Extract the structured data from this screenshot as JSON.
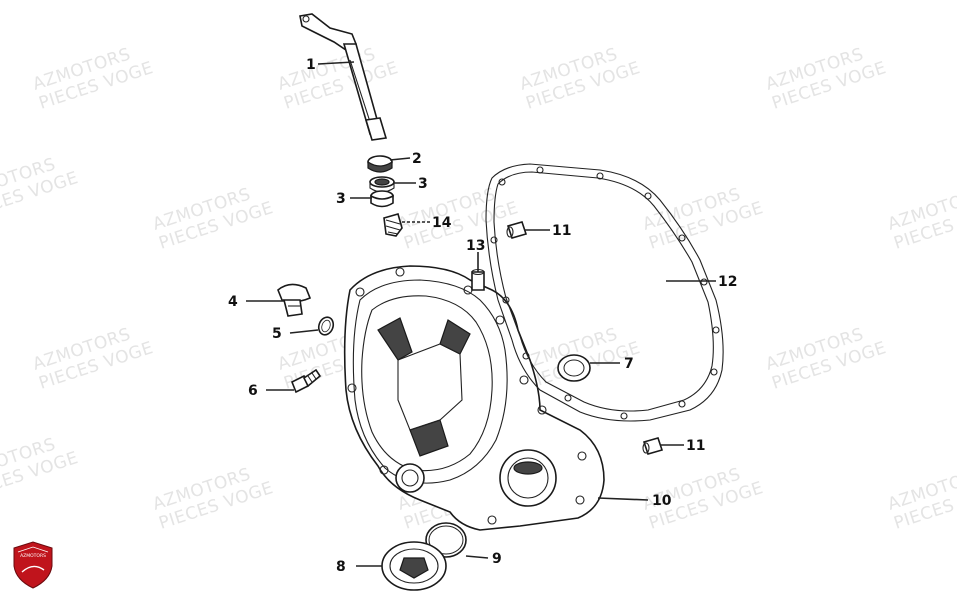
{
  "watermark": {
    "line1": "AZMOTORS",
    "line2": "PIECES VOGE"
  },
  "logo": {
    "text": "AZMOTORS",
    "color": "#c0141c"
  },
  "callouts": {
    "c1": "1",
    "c2": "2",
    "c3a": "3",
    "c3b": "3",
    "c4": "4",
    "c5": "5",
    "c6": "6",
    "c7": "7",
    "c8": "8",
    "c9": "9",
    "c10": "10",
    "c11a": "11",
    "c11b": "11",
    "c12": "12",
    "c13": "13",
    "c14": "14"
  }
}
